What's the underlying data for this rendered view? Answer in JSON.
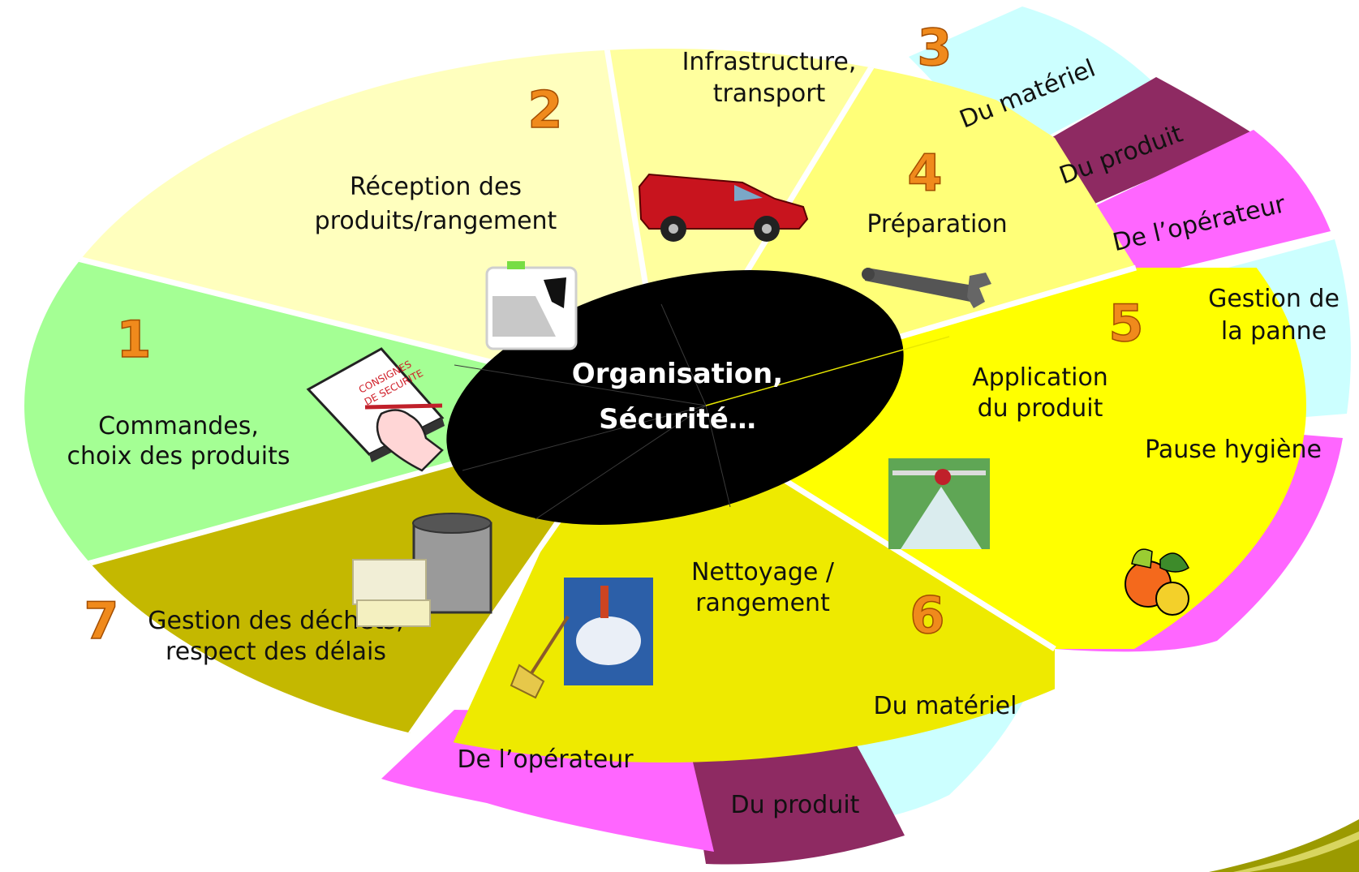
{
  "center": {
    "line1": "Organisation,",
    "line2": "Sécurité…"
  },
  "steps": [
    {
      "number": "1",
      "line1": "Commandes,",
      "line2": "choix des produits",
      "color": "#a4ff94"
    },
    {
      "number": "2",
      "line1": "Réception des",
      "line2": "produits/rangement",
      "color": "#ffffbe"
    },
    {
      "number": "3",
      "line1": "Infrastructure,",
      "line2": "transport",
      "color": "#ffff9e"
    },
    {
      "number": "4",
      "line1": "Préparation",
      "line2": "",
      "color": "#ffff78"
    },
    {
      "number": "5",
      "line1": "Application",
      "line2": "du produit",
      "color": "#ffff00"
    },
    {
      "number": "6",
      "line1": "Nettoyage /",
      "line2": "rangement",
      "color": "#eeea00"
    },
    {
      "number": "7",
      "line1": "Gestion des déchets,",
      "line2": "respect des délais",
      "color": "#c4b800"
    }
  ],
  "sub_top": {
    "materiel": "Du matériel",
    "produit": "Du produit",
    "operateur": "De l’opérateur"
  },
  "sub_right": {
    "panne_line1": "Gestion de",
    "panne_line2": "la panne",
    "pause": "Pause hygiène"
  },
  "sub_bottom": {
    "operateur": "De l’opérateur",
    "produit": "Du produit",
    "materiel": "Du matériel"
  },
  "clipboard_text": {
    "line1": "CONSIGNES",
    "line2": "DE SECURITE"
  },
  "colors": {
    "cyan": "#ccffff",
    "maroon": "#8e2a62",
    "magenta": "#ff66ff",
    "center": "#000000"
  }
}
